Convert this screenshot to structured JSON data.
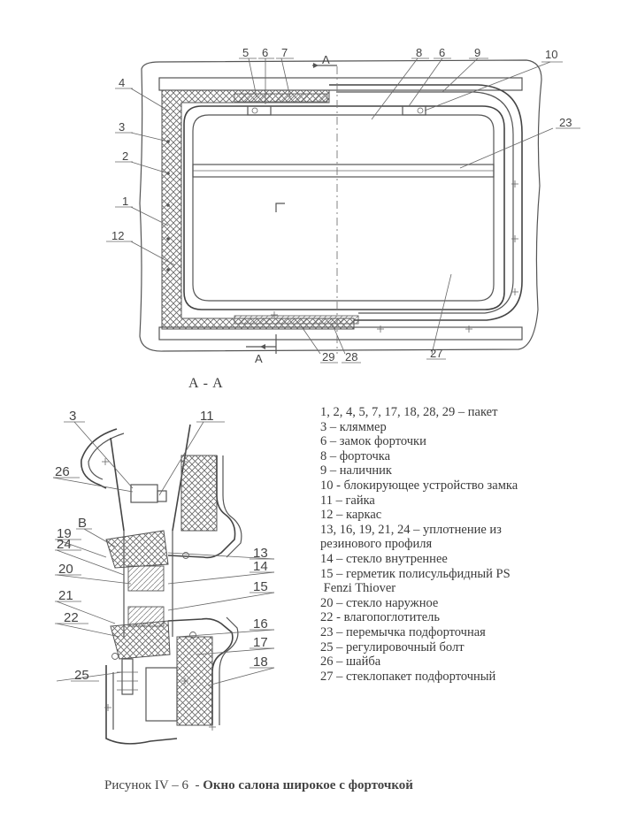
{
  "top_view": {
    "callouts": {
      "c5": "5",
      "c6a": "6",
      "c7": "7",
      "c8": "8",
      "c6b": "6",
      "c9": "9",
      "c10": "10",
      "c4": "4",
      "c3": "3",
      "c2": "2",
      "c1": "1",
      "c12": "12",
      "c23": "23",
      "c29": "29",
      "c28": "28",
      "c27": "27"
    },
    "section_mark_top": "A",
    "section_mark_bottom": "A",
    "section_title": "A - A"
  },
  "section_view": {
    "callouts": {
      "c3": "3",
      "c11": "11",
      "c26": "26",
      "cB": "В",
      "c19": "19",
      "c24": "24",
      "c20": "20",
      "c21": "21",
      "c22": "22",
      "c25": "25",
      "c13": "13",
      "c14": "14",
      "c15": "15",
      "c16": "16",
      "c17": "17",
      "c18": "18"
    }
  },
  "legend": [
    "1, 2, 4, 5, 7, 17, 18, 28, 29 – пакет",
    "3 – кляммер",
    "6 – замок форточки",
    "8 – форточка",
    "9 – наличник",
    "10 - блокирующее устройство замка",
    "11 – гайка",
    "12 – каркас",
    "13, 16, 19, 21, 24 – уплотнение из",
    "резинового профиля",
    "14 – стекло внутреннее",
    "15 – герметик полисульфидный PS",
    " Fenzi Thiover",
    "20 – стекло наружное",
    "22 - влагопоглотитель",
    "23 – перемычка подфорточная",
    "25 – регулировочный болт",
    "26 – шайба",
    "27 – стеклопакет подфорточный"
  ],
  "caption": {
    "prefix": "Рисунок IV – 6  - ",
    "title": "Окно салона широкое с форточкой"
  }
}
